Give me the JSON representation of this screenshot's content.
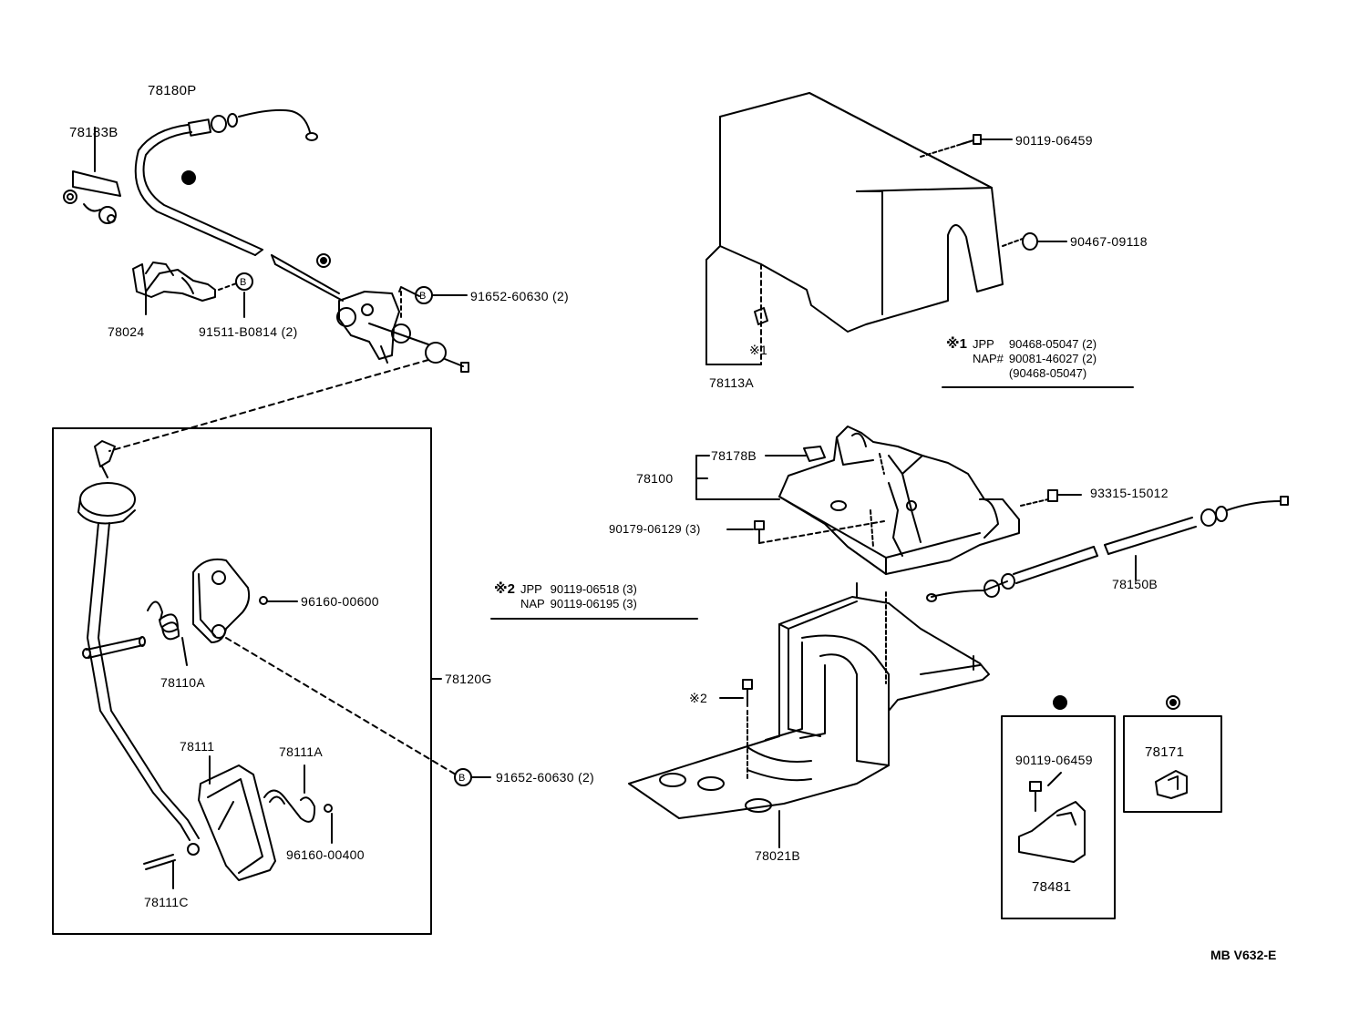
{
  "parts": {
    "p78180P": "78180P",
    "p78183B": "78183B",
    "p78024": "78024",
    "p91511": "91511-B0814 (2)",
    "p91652_top": "91652-60630 (2)",
    "p78113A": "78113A",
    "p90119_06459": "90119-06459",
    "p90467": "90467-09118",
    "p78178B": "78178B",
    "p78100": "78100",
    "p93315": "93315-15012",
    "p90179": "90179-06129 (3)",
    "p78150B": "78150B",
    "p96160_00600": "96160-00600",
    "p78110A": "78110A",
    "p78120G": "78120G",
    "p78111": "78111",
    "p78111A": "78111A",
    "p91652_bottom": "91652-60630 (2)",
    "p96160_00400": "96160-00400",
    "p78111C": "78111C",
    "p78021B": "78021B",
    "p90119_inset": "90119-06459",
    "p78481": "78481",
    "p78171": "78171"
  },
  "callouts": {
    "b_left": "B",
    "b_top": "B",
    "b_bottom": "B",
    "mark1": "※1",
    "mark2": "※2"
  },
  "note1": {
    "mark": "※1",
    "rows": [
      {
        "market": "JPP",
        "part": "90468-05047 (2)"
      },
      {
        "market": "NAP#",
        "part": "90081-46027 (2)"
      },
      {
        "market": "",
        "part": "(90468-05047)"
      }
    ]
  },
  "note2": {
    "mark": "※2",
    "rows": [
      {
        "market": "JPP",
        "part": "90119-06518 (3)"
      },
      {
        "market": "NAP",
        "part": "90119-06195 (3)"
      }
    ]
  },
  "drawing_code": "MB  V632-E"
}
